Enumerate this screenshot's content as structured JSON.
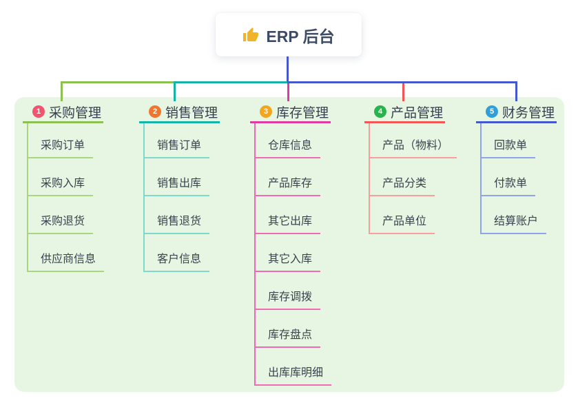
{
  "root": {
    "icon": "thumbs-up-icon",
    "title": "ERP 后台"
  },
  "panel_color": "#e7f6e2",
  "connector_color": "#4457cd",
  "icon_color": "#f0b429",
  "branches": [
    {
      "number": "1",
      "label": "采购管理",
      "badge_color": "#f2546f",
      "line_color": "#8cc152",
      "child_line_color": "#a9d57f",
      "children": [
        "采购订单",
        "采购入库",
        "采购退货",
        "供应商信息"
      ]
    },
    {
      "number": "2",
      "label": "销售管理",
      "badge_color": "#f0762b",
      "line_color": "#14b3a7",
      "child_line_color": "#7ed9cd",
      "children": [
        "销售订单",
        "销售出库",
        "销售退货",
        "客户信息"
      ]
    },
    {
      "number": "3",
      "label": "库存管理",
      "badge_color": "#f3a51e",
      "line_color": "#dd3aa2",
      "child_line_color": "#f06ab3",
      "children": [
        "仓库信息",
        "产品库存",
        "其它出库",
        "其它入库",
        "库存调拨",
        "库存盘点",
        "出库库明细"
      ]
    },
    {
      "number": "4",
      "label": "产品管理",
      "badge_color": "#28b34c",
      "line_color": "#f35454",
      "child_line_color": "#f79f9f",
      "children": [
        "产品（物料）",
        "产品分类",
        "产品单位"
      ]
    },
    {
      "number": "5",
      "label": "财务管理",
      "badge_color": "#31a0d9",
      "line_color": "#4457cd",
      "child_line_color": "#8ea4e6",
      "children": [
        "回款单",
        "付款单",
        "结算账户"
      ]
    }
  ]
}
